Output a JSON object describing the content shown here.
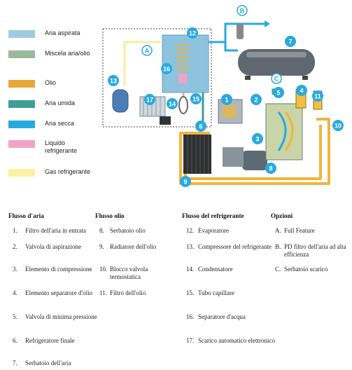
{
  "legend": [
    {
      "label": "Aria aspirata",
      "color": "#9fcbe0"
    },
    {
      "label": "Miscela aria/olio",
      "color": "#9ab89a"
    },
    {
      "label": "Olio",
      "color": "#e6a83a"
    },
    {
      "label": "Aria umida",
      "color": "#3e9e96"
    },
    {
      "label": "Aria secca",
      "color": "#2aa9df"
    },
    {
      "label": "Liquido refrigerante",
      "color": "#f0a3c6"
    },
    {
      "label": "Gas refrigerante",
      "color": "#fbf0a2"
    }
  ],
  "diagram": {
    "badges": [
      "1",
      "2",
      "3",
      "4",
      "5",
      "6",
      "7",
      "8",
      "9",
      "10",
      "11",
      "12",
      "13",
      "14",
      "15",
      "16",
      "17"
    ],
    "option_badges": [
      "A",
      "B",
      "C"
    ]
  },
  "columns": [
    {
      "title": "Flusso d'aria",
      "items": [
        {
          "num": "1.",
          "text": "Filtro dell'aria in entrata"
        },
        {
          "num": "2.",
          "text": "Valvola di aspirazione"
        },
        {
          "num": "3.",
          "text": "Elemento di compressione"
        },
        {
          "num": "4.",
          "text": "Elemento separatore d'olio"
        },
        {
          "num": "5.",
          "text": "Valvola di minima pressione"
        },
        {
          "num": "6.",
          "text": "Refrigeratore finale"
        },
        {
          "num": "7.",
          "text": "Serbatoio dell'aria"
        }
      ]
    },
    {
      "title": "Flusso olio",
      "items": [
        {
          "num": "8.",
          "text": "Serbatoio olio"
        },
        {
          "num": "9.",
          "text": "Radiatore dell'olio"
        },
        {
          "num": "10.",
          "text": "Blocco valvola termostatica"
        },
        {
          "num": "11.",
          "text": "Filtro dell'olio"
        }
      ]
    },
    {
      "title": "Flusso del refrigerante",
      "items": [
        {
          "num": "12.",
          "text": "Evaporatore"
        },
        {
          "num": "13.",
          "text": "Compressore del refrigerante"
        },
        {
          "num": "14.",
          "text": "Condensatore"
        },
        {
          "num": "15.",
          "text": "Tubo capillare"
        },
        {
          "num": "16.",
          "text": "Separatore d'acqua"
        },
        {
          "num": "17.",
          "text": "Scarico automatico elettronico"
        }
      ]
    },
    {
      "title": "Opzioni",
      "items": [
        {
          "num": "A.",
          "text": "Full Feature"
        },
        {
          "num": "B.",
          "text": "PD filtro dell'aria ad alta efficienza"
        },
        {
          "num": "C.",
          "text": "Serbatoio scarico"
        }
      ]
    }
  ]
}
